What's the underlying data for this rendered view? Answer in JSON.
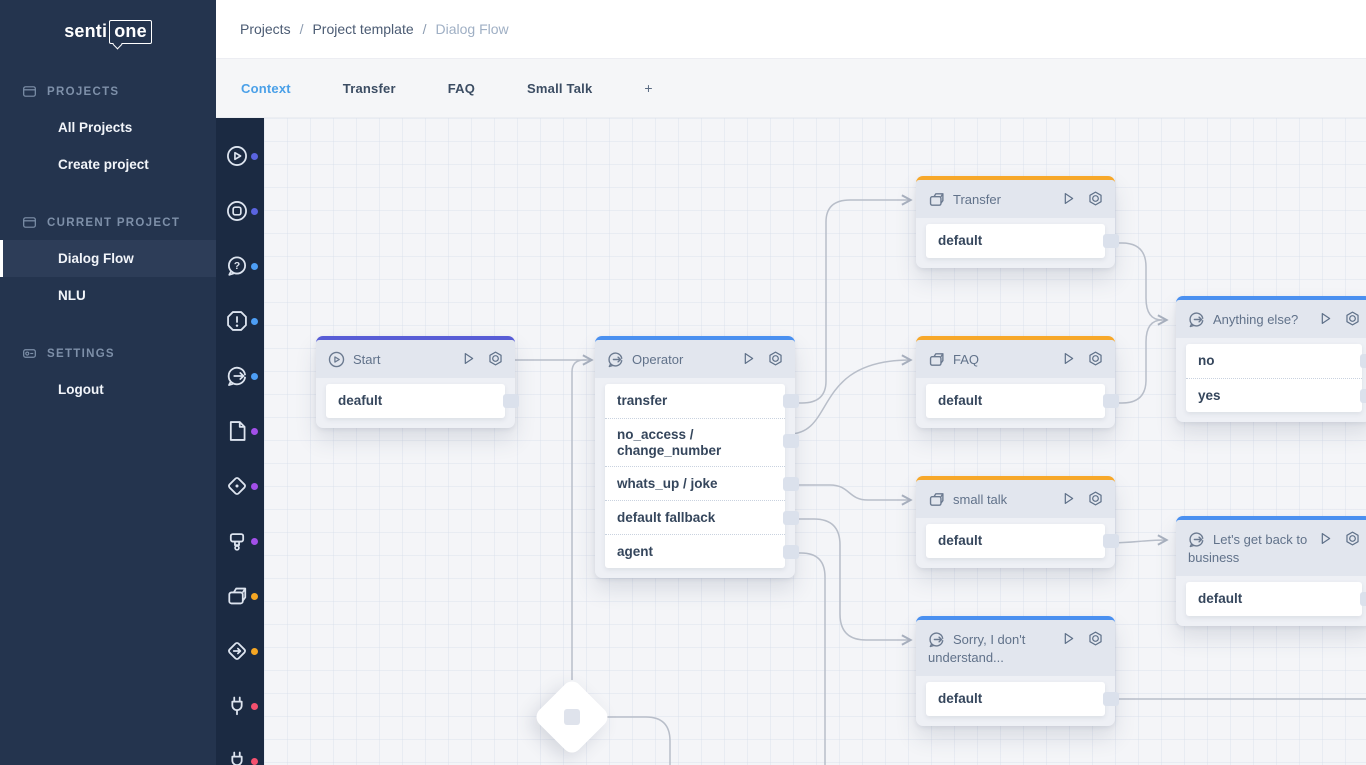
{
  "logo": {
    "senti": "senti",
    "one": "one"
  },
  "sidebar": {
    "sections": [
      {
        "label": "PROJECTS",
        "icon": "folder-icon",
        "items": [
          {
            "label": "All Projects"
          },
          {
            "label": "Create project"
          }
        ]
      },
      {
        "label": "CURRENT PROJECT",
        "icon": "folder-icon",
        "items": [
          {
            "label": "Dialog Flow",
            "active": true
          },
          {
            "label": "NLU"
          }
        ]
      },
      {
        "label": "SETTINGS",
        "icon": "sliders-icon",
        "items": [
          {
            "label": "Logout"
          }
        ]
      }
    ]
  },
  "breadcrumb": {
    "items": [
      "Projects",
      "Project template",
      "Dialog Flow"
    ],
    "separator": "/"
  },
  "tabs": {
    "items": [
      {
        "label": "Context",
        "active": true
      },
      {
        "label": "Transfer"
      },
      {
        "label": "FAQ"
      },
      {
        "label": "Small Talk"
      }
    ],
    "add_label": "+"
  },
  "palette": {
    "items": [
      {
        "icon": "play-circle-icon",
        "dot": "#5a64e0",
        "dot_style": "background:#5a64e0"
      },
      {
        "icon": "stop-circle-icon",
        "dot": "#5a64e0",
        "dot_style": "background:#5a64e0"
      },
      {
        "icon": "question-bubble-icon",
        "dot": "#4d9ef5",
        "dot_style": "background:#4d9ef5"
      },
      {
        "icon": "alert-octagon-icon",
        "dot": "#4d9ef5",
        "dot_style": "background:#4d9ef5"
      },
      {
        "icon": "chat-arrow-icon",
        "dot": "#4d9ef5",
        "dot_style": "background:#4d9ef5"
      },
      {
        "icon": "document-icon",
        "dot": "#a24fe8",
        "dot_style": "background:#a24fe8"
      },
      {
        "icon": "diamond-dot-icon",
        "dot": "#a24fe8",
        "dot_style": "background:#a24fe8"
      },
      {
        "icon": "paint-roller-icon",
        "dot": "#a24fe8",
        "dot_style": "background:#a24fe8"
      },
      {
        "icon": "cards-icon",
        "dot": "#f5a623",
        "dot_style": "background:#f5a623"
      },
      {
        "icon": "diamond-arrow-icon",
        "dot": "#f5a623",
        "dot_style": "background:#f5a623"
      },
      {
        "icon": "plug-icon",
        "dot": "#f4506e",
        "dot_style": "background:#f4506e"
      },
      {
        "icon": "plug-icon",
        "dot": "#f4506e",
        "dot_style": "background:#f4506e"
      }
    ]
  },
  "canvas": {
    "nodes": [
      {
        "title": "Start",
        "icon": "play-circle-icon",
        "accent": "#585dd6",
        "accent_style": "border-top-color:#585dd6",
        "rows": [
          "deafult"
        ]
      },
      {
        "title": "Operator",
        "icon": "chat-arrow-icon",
        "accent": "#4a90f0",
        "accent_style": "border-top-color:#4a90f0",
        "rows": [
          "transfer",
          "no_access / change_number",
          "whats_up / joke",
          "default fallback",
          "agent"
        ]
      },
      {
        "title": "Transfer",
        "icon": "cards-icon",
        "accent": "#f7a82a",
        "accent_style": "border-top-color:#f7a82a",
        "rows": [
          "default"
        ]
      },
      {
        "title": "FAQ",
        "icon": "cards-icon",
        "accent": "#f7a82a",
        "accent_style": "border-top-color:#f7a82a",
        "rows": [
          "default"
        ]
      },
      {
        "title": "small talk",
        "icon": "cards-icon",
        "accent": "#f7a82a",
        "accent_style": "border-top-color:#f7a82a",
        "rows": [
          "default"
        ]
      },
      {
        "title": "Sorry, I don't understand...",
        "icon": "chat-arrow-icon",
        "accent": "#4a90f0",
        "accent_style": "border-top-color:#4a90f0",
        "rows": [
          "default"
        ]
      },
      {
        "title": "Anything else?",
        "icon": "chat-arrow-icon",
        "accent": "#4a90f0",
        "accent_style": "border-top-color:#4a90f0",
        "rows": [
          "no",
          "yes"
        ]
      },
      {
        "title": "Let's get back to business",
        "icon": "chat-arrow-icon",
        "accent": "#4a90f0",
        "accent_style": "border-top-color:#4a90f0",
        "rows": [
          "default"
        ]
      }
    ]
  },
  "colors": {
    "sidebar_bg": "#24344e",
    "palette_bg": "#1b2a42",
    "active_item_bg": "#2d3d58",
    "tab_active": "#4aa0e8",
    "edge": "#b8bec9",
    "canvas_bg": "#f4f5f8",
    "node_header_bg": "#e2e6ee",
    "node_body_bg": "#eef0f5",
    "port": "#dbe1ec"
  }
}
